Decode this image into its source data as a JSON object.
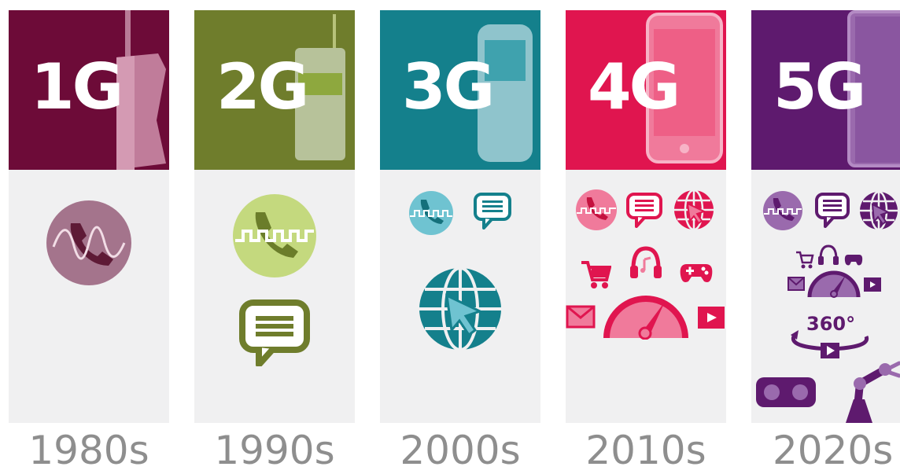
{
  "generations": [
    {
      "label": "1G",
      "decade": "1980s",
      "color": "#6d0b38",
      "accent": "#c07c9a",
      "icons": [
        "analog-voice-call-icon"
      ]
    },
    {
      "label": "2G",
      "decade": "1990s",
      "color": "#6f7d2c",
      "accent": "#b7c27a",
      "icons": [
        "digital-voice-call-icon",
        "text-message-icon"
      ]
    },
    {
      "label": "3G",
      "decade": "2000s",
      "color": "#14808c",
      "accent": "#7fc2cb",
      "icons": [
        "digital-voice-call-icon",
        "text-message-icon",
        "web-browsing-icon"
      ]
    },
    {
      "label": "4G",
      "decade": "2010s",
      "color": "#e0154f",
      "accent": "#f07a9b",
      "icons": [
        "digital-voice-call-icon",
        "text-message-icon",
        "web-browsing-icon",
        "shopping-cart-icon",
        "music-icon",
        "game-controller-icon",
        "email-icon",
        "speedometer-icon",
        "video-icon"
      ]
    },
    {
      "label": "5G",
      "decade": "2020s",
      "color": "#5e1a6e",
      "accent": "#9a6aad",
      "icons": [
        "digital-voice-call-icon",
        "text-message-icon",
        "web-browsing-icon",
        "shopping-cart-icon",
        "music-icon",
        "game-controller-icon",
        "email-icon",
        "speedometer-icon",
        "video-icon",
        "360-video-icon",
        "vr-headset-icon",
        "robot-arm-icon"
      ]
    }
  ],
  "labels": {
    "deg360": "360°"
  }
}
